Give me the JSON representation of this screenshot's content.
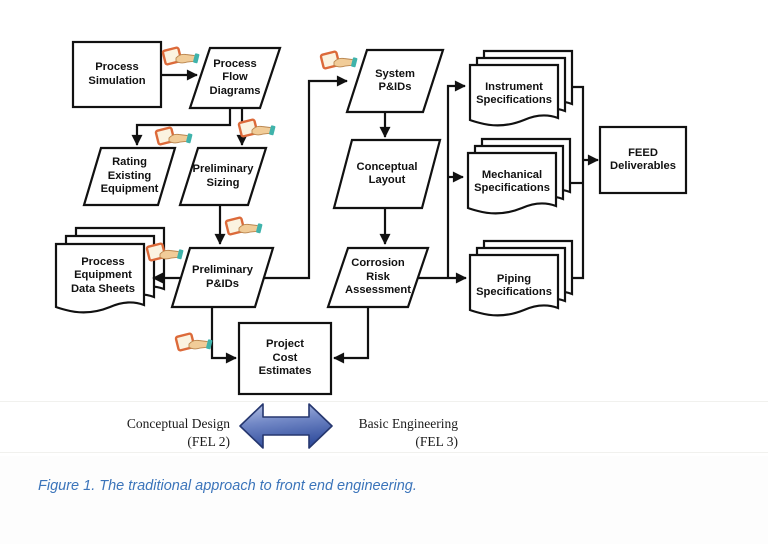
{
  "figure": {
    "caption": "Figure 1. The traditional approach to front end engineering."
  },
  "nodes": {
    "process_simulation": "Process\nSimulation",
    "process_flow_diagrams": "Process\nFlow\nDiagrams",
    "rating_existing_equipment": "Rating\nExisting\nEquipment",
    "preliminary_sizing": "Preliminary\nSizing",
    "process_equipment_data_sheets": "Process\nEquipment\nData Sheets",
    "preliminary_pids": "Preliminary\nP&IDs",
    "system_pids": "System\nP&IDs",
    "conceptual_layout": "Conceptual\nLayout",
    "corrosion_risk_assessment": "Corrosion\nRisk\nAssessment",
    "project_cost_estimates": "Project\nCost\nEstimates",
    "instrument_specifications": "Instrument\nSpecifications",
    "mechanical_specifications": "Mechanical\nSpecifications",
    "piping_specifications": "Piping\nSpecifications",
    "feed_deliverables": "FEED\nDeliverables"
  },
  "phases": {
    "left": "Conceptual Design\n(FEL 2)",
    "right": "Basic Engineering\n(FEL 3)"
  },
  "icons": {
    "hand_note": "hand-holding-note-icon",
    "hand_note_count": 7,
    "phase_arrow": "double-headed-arrow"
  },
  "colors": {
    "line": "#111111",
    "caption_blue": "#3b74ba",
    "phase_arrow_light": "#b7c3e5",
    "phase_arrow_dark": "#34509f",
    "hand_card_border": "#dc6a3a",
    "hand_skin": "#f1cc98",
    "hand_cuff": "#3fb3ab"
  }
}
